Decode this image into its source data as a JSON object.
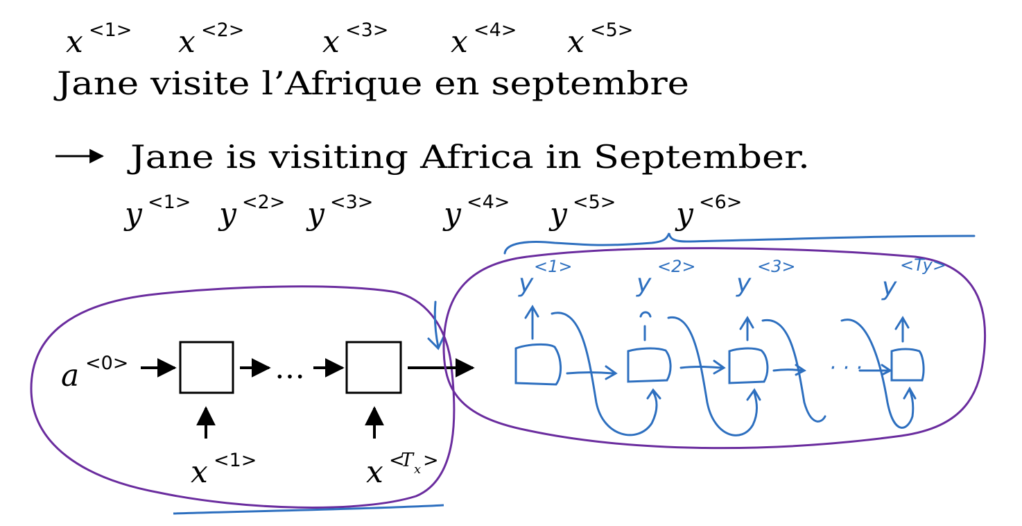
{
  "source_sentence": "Jane visite l’Afrique en septembre",
  "target_sentence": "Jane is visiting Africa in September.",
  "x_labels": [
    {
      "base": "x",
      "sup": "<1>"
    },
    {
      "base": "x",
      "sup": "<2>"
    },
    {
      "base": "x",
      "sup": "<3>"
    },
    {
      "base": "x",
      "sup": "<4>"
    },
    {
      "base": "x",
      "sup": "<5>"
    }
  ],
  "y_labels": [
    {
      "base": "y",
      "sup": "<1>"
    },
    {
      "base": "y",
      "sup": "<2>"
    },
    {
      "base": "y",
      "sup": "<3>"
    },
    {
      "base": "y",
      "sup": "<4>"
    },
    {
      "base": "y",
      "sup": "<5>"
    },
    {
      "base": "y",
      "sup": "<6>"
    }
  ],
  "encoder": {
    "initial_activation": {
      "base": "a",
      "sup": "<0>"
    },
    "ellipsis": "…",
    "input_first": {
      "base": "x",
      "sup": "<1>"
    },
    "input_last": {
      "base": "x",
      "sup_open": "<",
      "sup_sub_base": "T",
      "sup_sub": "x",
      "sup_close": ">"
    }
  },
  "decoder": {
    "outputs": [
      {
        "base": "y",
        "sup": "<1>"
      },
      {
        "base": "y",
        "sup": "<2>"
      },
      {
        "base": "y",
        "sup": "<3>"
      },
      {
        "base": "y",
        "sup": "<Ty>"
      }
    ],
    "ellipsis": "· · ·"
  },
  "colors": {
    "ink": "#000000",
    "handwriting_blue": "#2d6fbf",
    "circle_purple": "#6a2c9e"
  }
}
